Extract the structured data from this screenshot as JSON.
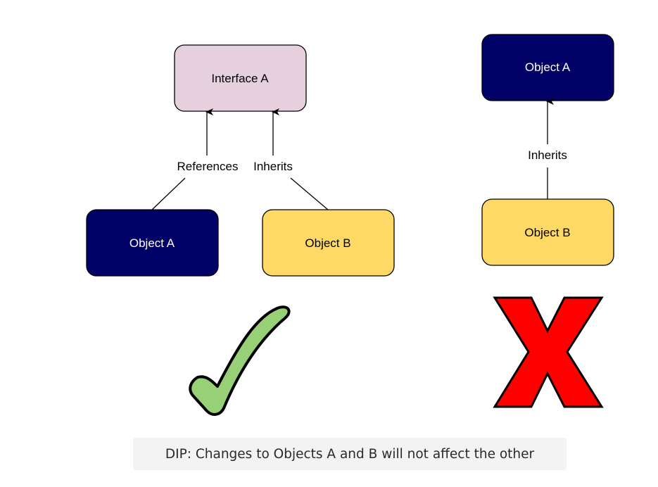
{
  "left_diagram": {
    "interface_a": "Interface A",
    "object_a": "Object A",
    "object_b": "Object B",
    "edge_references": "References",
    "edge_inherits": "Inherits",
    "verdict_icon": "check-mark-icon"
  },
  "right_diagram": {
    "object_a": "Object A",
    "object_b": "Object B",
    "edge_inherits": "Inherits",
    "verdict_icon": "x-mark-icon"
  },
  "caption": "DIP: Changes to Objects A and B will not affect the other",
  "colors": {
    "interface_fill": "#e6d0de",
    "object_a_fill": "#000066",
    "object_b_fill": "#ffd966",
    "check_fill": "#97d077",
    "x_fill": "#ff0000"
  }
}
